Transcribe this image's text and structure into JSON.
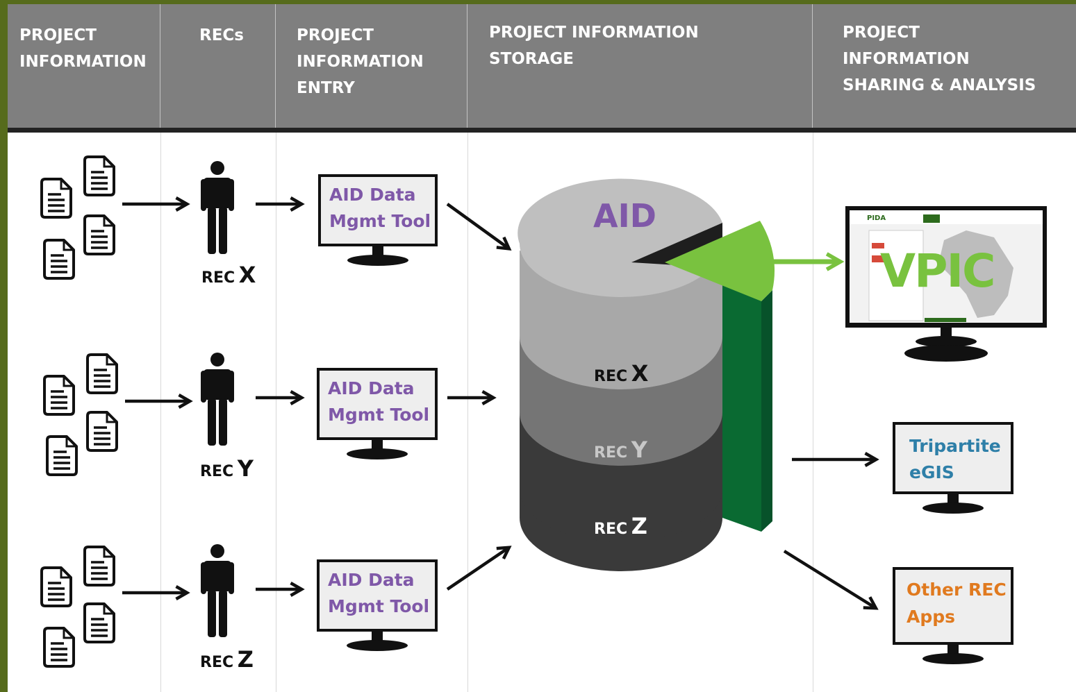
{
  "header": {
    "columns": [
      {
        "lines": [
          "PROJECT",
          "INFORMATION"
        ]
      },
      {
        "lines": [
          "RECs"
        ]
      },
      {
        "lines": [
          "PROJECT",
          "INFORMATION",
          "ENTRY"
        ]
      },
      {
        "lines": [
          "PROJECT INFORMATION",
          "STORAGE"
        ]
      },
      {
        "lines": [
          "PROJECT",
          "INFORMATION",
          "SHARING & ANALYSIS"
        ]
      }
    ]
  },
  "rows": [
    {
      "rec_prefix": "REC",
      "rec_letter": "X",
      "tool_lines": [
        "AID Data",
        "Mgmt Tool"
      ]
    },
    {
      "rec_prefix": "REC",
      "rec_letter": "Y",
      "tool_lines": [
        "AID Data",
        "Mgmt Tool"
      ]
    },
    {
      "rec_prefix": "REC",
      "rec_letter": "Z",
      "tool_lines": [
        "AID Data",
        "Mgmt Tool"
      ]
    }
  ],
  "storage": {
    "title": "AID",
    "layers": [
      {
        "prefix": "REC",
        "letter": "X"
      },
      {
        "prefix": "REC",
        "letter": "Y"
      },
      {
        "prefix": "REC",
        "letter": "Z"
      }
    ]
  },
  "outputs": {
    "vpic": {
      "label": "VPIC",
      "site_logo": "PIDA"
    },
    "tripartite": {
      "lines": [
        "Tripartite",
        "eGIS"
      ]
    },
    "other": {
      "lines": [
        "Other REC",
        "Apps"
      ]
    }
  },
  "colors": {
    "frame_border": "#566b1c",
    "header_bg": "#7f7f7f",
    "tool_text": "#7f58a8",
    "tripartite_text": "#2e7fa8",
    "other_text": "#e07a1f",
    "vpic_green": "#79c23f",
    "dark_green": "#0a6a32"
  }
}
